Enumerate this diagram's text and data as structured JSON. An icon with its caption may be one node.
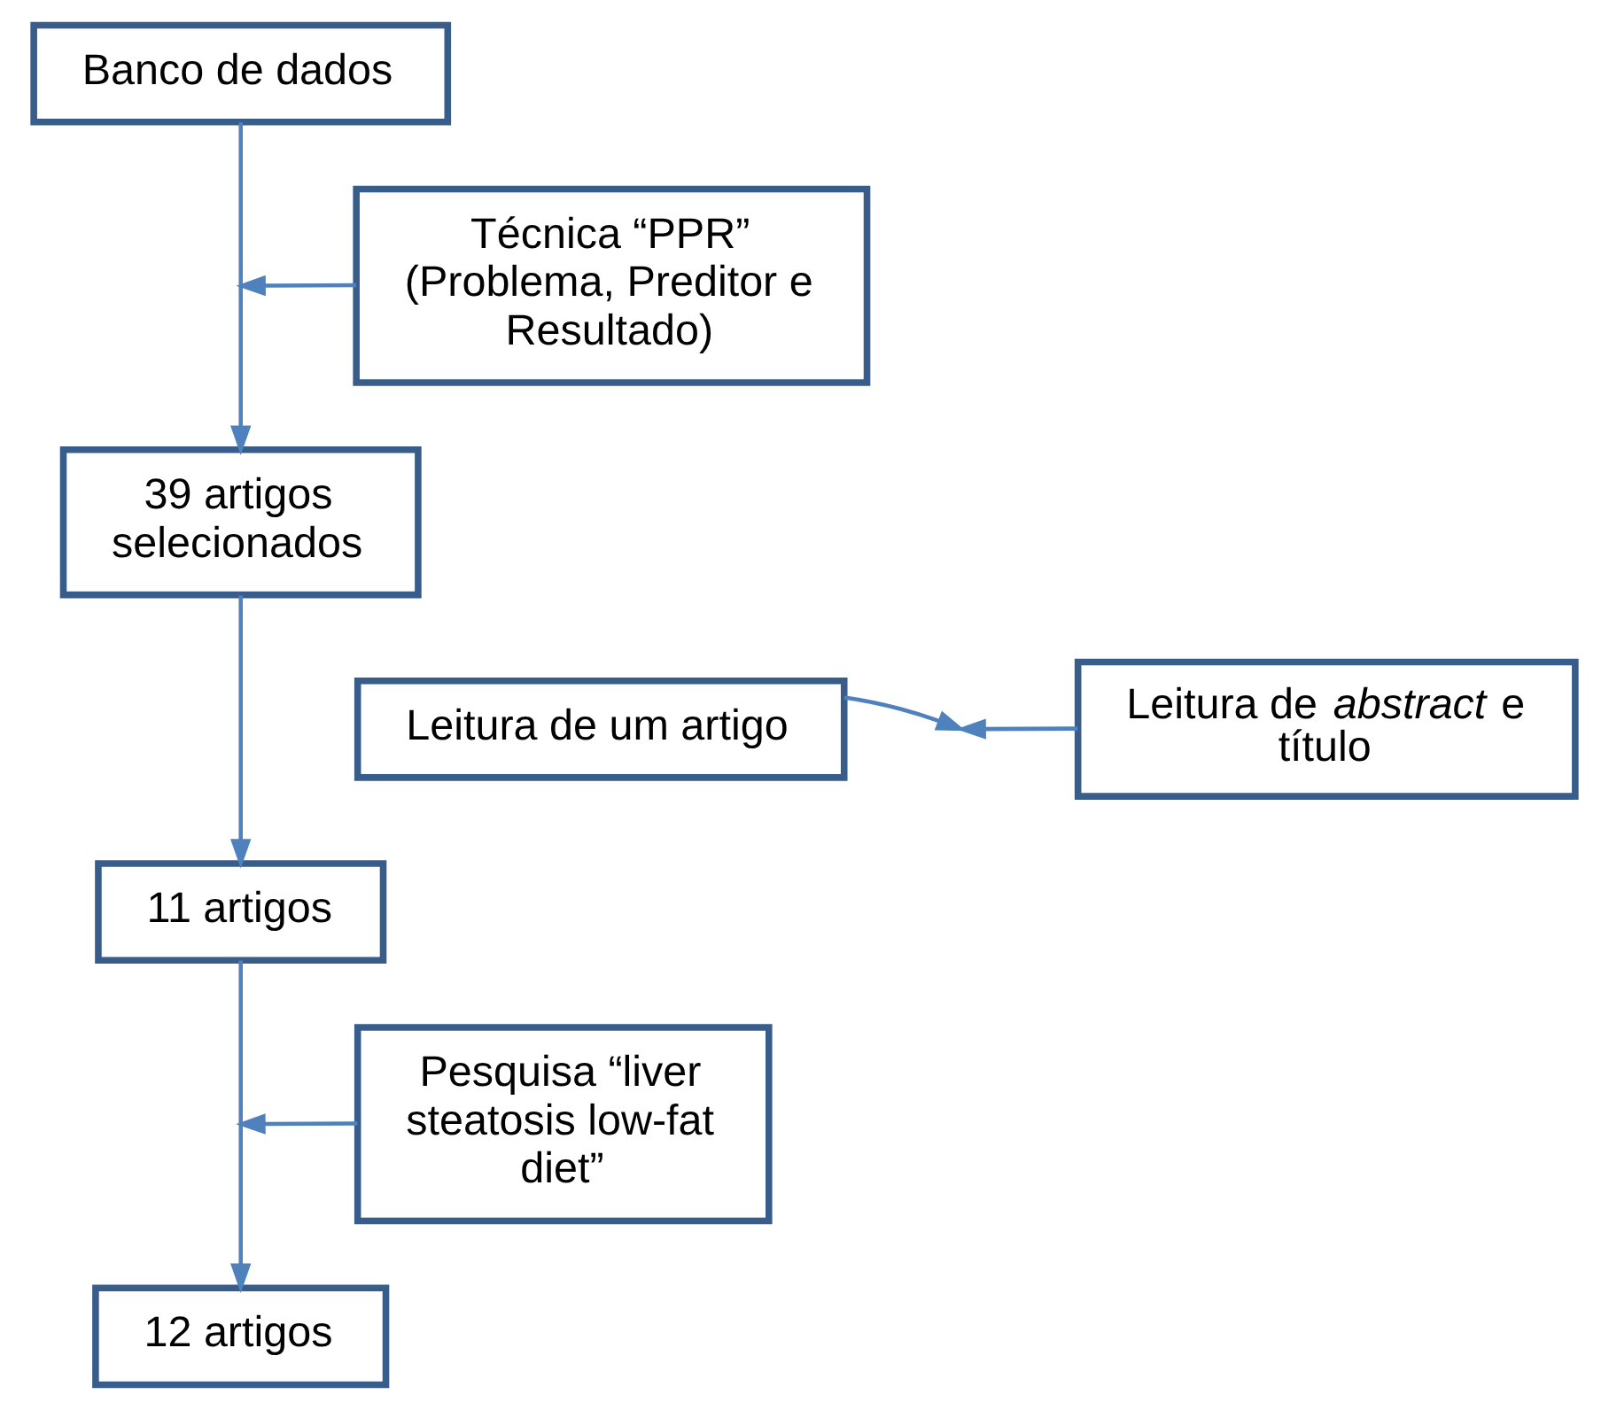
{
  "diagram": {
    "nodes": [
      {
        "text": [
          "Banco de dados"
        ]
      },
      {
        "text": [
          "Técnica “PPR” (Problema, Preditor e Resultado)"
        ]
      },
      {
        "text": [
          "39 artigos selecionados"
        ]
      },
      {
        "text": [
          "Leitura de um artigo"
        ]
      },
      {
        "text": [
          "Leitura de *abstract* e título"
        ]
      },
      {
        "text": [
          "11 artigos"
        ]
      },
      {
        "text": [
          "Pesquisa “liver steatosis low-fat diet”"
        ]
      },
      {
        "text": [
          "12 artigos"
        ]
      }
    ],
    "edges": [
      {
        "from": 0,
        "to": 2,
        "arrow": "to"
      },
      {
        "from": 1,
        "to": null,
        "arrow": "to"
      },
      {
        "from": 2,
        "to": 5,
        "arrow": "to"
      },
      {
        "from": 3,
        "to": null,
        "arrow": "to"
      },
      {
        "from": 4,
        "to": null,
        "arrow": "to"
      },
      {
        "from": 5,
        "to": 7,
        "arrow": "to"
      },
      {
        "from": 6,
        "to": null,
        "arrow": "to"
      }
    ]
  }
}
